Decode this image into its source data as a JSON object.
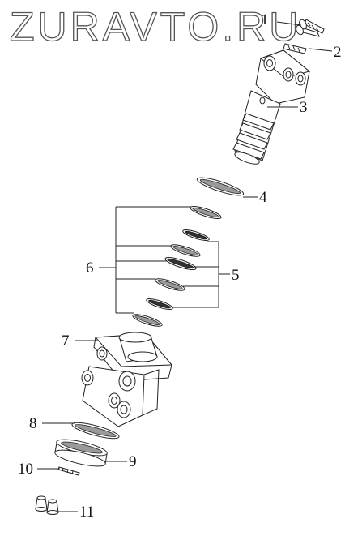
{
  "watermark": "ZURAVTO.RU",
  "callouts": {
    "c1": "1",
    "c2": "2",
    "c3": "3",
    "c4": "4",
    "c5": "5",
    "c6": "6",
    "c7": "7",
    "c8": "8",
    "c9": "9",
    "c10": "10",
    "c11": "11"
  }
}
